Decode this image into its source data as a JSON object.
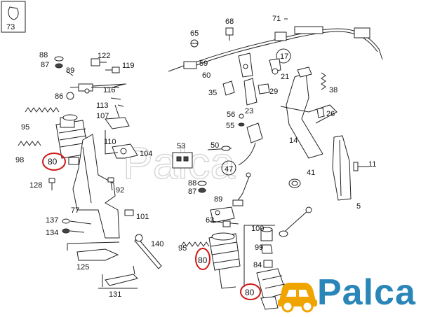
{
  "diagram": {
    "corner_box_label": "73",
    "brand": {
      "text": "Palca",
      "accent_color": "#f0a400",
      "text_color": "#2a86b8"
    },
    "highlight_color": "#d01818",
    "highlighted_part": "80",
    "part_numbers": {
      "p1": "71",
      "p2": "65",
      "p3": "68",
      "p4": "88",
      "p5": "87",
      "p6": "122",
      "p7": "119",
      "p8": "89",
      "p9": "116",
      "p10": "86",
      "p11": "113",
      "p12": "95",
      "p13": "107",
      "p14": "110",
      "p15": "104",
      "p16": "98",
      "p17": "80",
      "p18": "128",
      "p19": "92",
      "p20": "77",
      "p21": "137",
      "p22": "134",
      "p23": "101",
      "p24": "140",
      "p25": "125",
      "p26": "131",
      "p27": "17",
      "p28": "59",
      "p29": "60",
      "p30": "21",
      "p31": "38",
      "p32": "35",
      "p33": "23",
      "p34": "29",
      "p35": "56",
      "p36": "26",
      "p37": "55",
      "p38": "14",
      "p39": "53",
      "p40": "50",
      "p41": "47",
      "p42": "11",
      "p43": "41",
      "p44": "88",
      "p45": "87",
      "p46": "89",
      "p47": "63",
      "p48": "5",
      "p49": "100",
      "p50": "95",
      "p51": "80",
      "p52": "99",
      "p53": "84",
      "p54": "80"
    }
  }
}
